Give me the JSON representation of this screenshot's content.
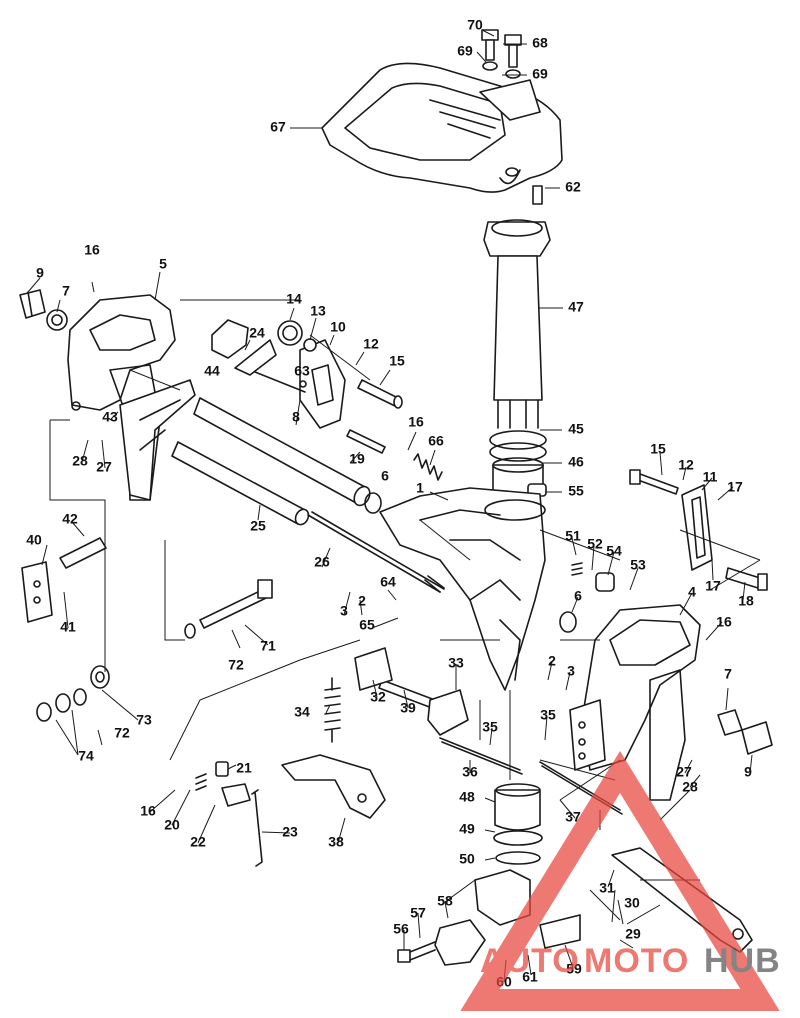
{
  "part_labels": {
    "p1": "1",
    "p2a": "2",
    "p2b": "2",
    "p3a": "3",
    "p3b": "3",
    "p4": "4",
    "p5": "5",
    "p6a": "6",
    "p6b": "6",
    "p7a": "7",
    "p7b": "7",
    "p8": "8",
    "p9a": "9",
    "p9b": "9",
    "p10": "10",
    "p11": "11",
    "p12a": "12",
    "p12b": "12",
    "p13": "13",
    "p14": "14",
    "p15a": "15",
    "p15b": "15",
    "p16a": "16",
    "p16b": "16",
    "p16c": "16",
    "p16d": "16",
    "p17a": "17",
    "p17b": "17",
    "p18": "18",
    "p19": "19",
    "p20": "20",
    "p21": "21",
    "p22": "22",
    "p23": "23",
    "p24": "24",
    "p25": "25",
    "p26": "26",
    "p27a": "27",
    "p27b": "27",
    "p28a": "28",
    "p28b": "28",
    "p29": "29",
    "p30": "30",
    "p31": "31",
    "p32": "32",
    "p33": "33",
    "p34": "34",
    "p35a": "35",
    "p35b": "35",
    "p36": "36",
    "p37": "37",
    "p38": "38",
    "p39": "39",
    "p40": "40",
    "p41": "41",
    "p42": "42",
    "p43": "43",
    "p44": "44",
    "p45": "45",
    "p46": "46",
    "p47": "47",
    "p48": "48",
    "p49": "49",
    "p50": "50",
    "p51": "51",
    "p52": "52",
    "p53": "53",
    "p54": "54",
    "p55": "55",
    "p56": "56",
    "p57": "57",
    "p58": "58",
    "p59": "59",
    "p60": "60",
    "p61": "61",
    "p62": "62",
    "p63": "63",
    "p64": "64",
    "p65": "65",
    "p66": "66",
    "p67": "67",
    "p68": "68",
    "p69a": "69",
    "p69b": "69",
    "p70": "70",
    "p71": "71",
    "p72a": "72",
    "p72b": "72",
    "p73": "73",
    "p74": "74"
  },
  "watermark": {
    "word_auto": "AUTO",
    "word_moto": "MOTO",
    "word_hub": "HUB",
    "colors": {
      "accent": "#e8453c",
      "dark": "#555555"
    }
  }
}
